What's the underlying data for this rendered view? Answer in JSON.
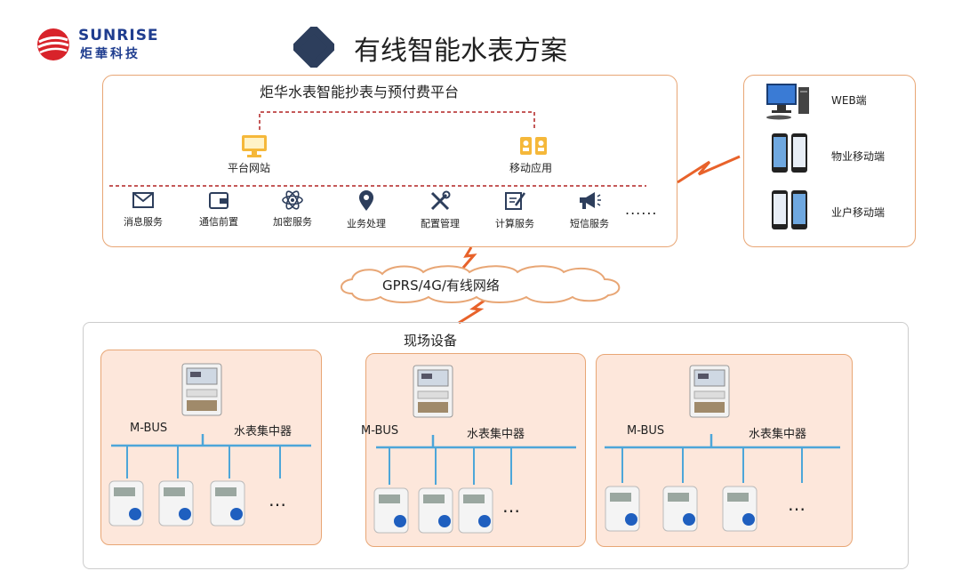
{
  "brand": {
    "name_en": "SUNRISE",
    "name_cn": "炬華科技"
  },
  "title": "有线智能水表方案",
  "platform": {
    "title": "炬华水表智能抄表与预付费平台",
    "website_label": "平台网站",
    "mobile_label": "移动应用",
    "services": [
      "消息服务",
      "通信前置",
      "加密服务",
      "业务处理",
      "配置管理",
      "计算服务",
      "短信服务"
    ],
    "more": "......"
  },
  "clients": [
    {
      "label": "WEB端",
      "icon": "desktop-computer-icon"
    },
    {
      "label": "物业移动端",
      "icon": "smartphone-icon"
    },
    {
      "label": "业户移动端",
      "icon": "smartphone-icon"
    }
  ],
  "network": {
    "label": "GPRS/4G/有线网络"
  },
  "field": {
    "title": "现场设备",
    "groups": [
      {
        "bus_label": "M-BUS",
        "concentrator_label": "水表集中器",
        "more": "…"
      },
      {
        "bus_label": "M-BUS",
        "concentrator_label": "水表集中器",
        "more": "…"
      },
      {
        "bus_label": "M-BUS",
        "concentrator_label": "水表集中器",
        "more": "…"
      }
    ]
  },
  "colors": {
    "accent_orange": "#e8a675",
    "bus_blue": "#4da6d9",
    "icon_navy": "#2d3e5c",
    "lightning": "#e8622a",
    "dashed_red": "#b22222"
  }
}
